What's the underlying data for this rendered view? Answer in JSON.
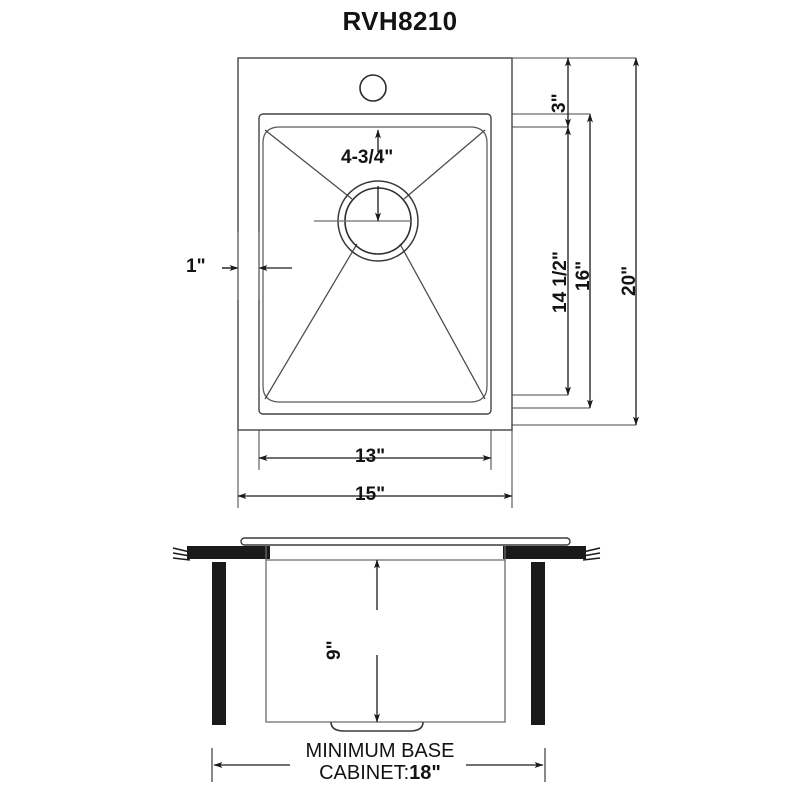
{
  "document": {
    "title": "RVH8210",
    "kind": "sink-dimension-drawing",
    "background_color": "#ffffff",
    "line_color": "#404040",
    "solid_fill_color": "#1a1a1a",
    "text_color": "#131313"
  },
  "top_view": {
    "name": "sink-top-view",
    "dimensions": {
      "faucet_deck_height": "3\"",
      "basin_inner_height": "14 1/2\"",
      "rim_height": "16\"",
      "overall_height": "20\"",
      "basin_inner_width": "13\"",
      "overall_width": "15\"",
      "rim_width": "1\"",
      "drain_offset": "4-3/4\""
    },
    "features": {
      "faucet_hole": "faucet-hole",
      "drain": "drain-opening"
    }
  },
  "section_view": {
    "name": "sink-cross-section",
    "dimensions": {
      "bowl_depth": "9\""
    },
    "note_line_1": "MINIMUM BASE",
    "note_line_2_prefix": "CABINET:",
    "note_line_2_value": "18\"",
    "parts": {
      "countertop": "countertop-slab",
      "cabinet_wall_left": "cabinet-wall-left",
      "cabinet_wall_right": "cabinet-wall-right",
      "sink_body": "sink-body",
      "sink_rim": "sink-rim",
      "drain_boss": "drain-boss"
    }
  }
}
